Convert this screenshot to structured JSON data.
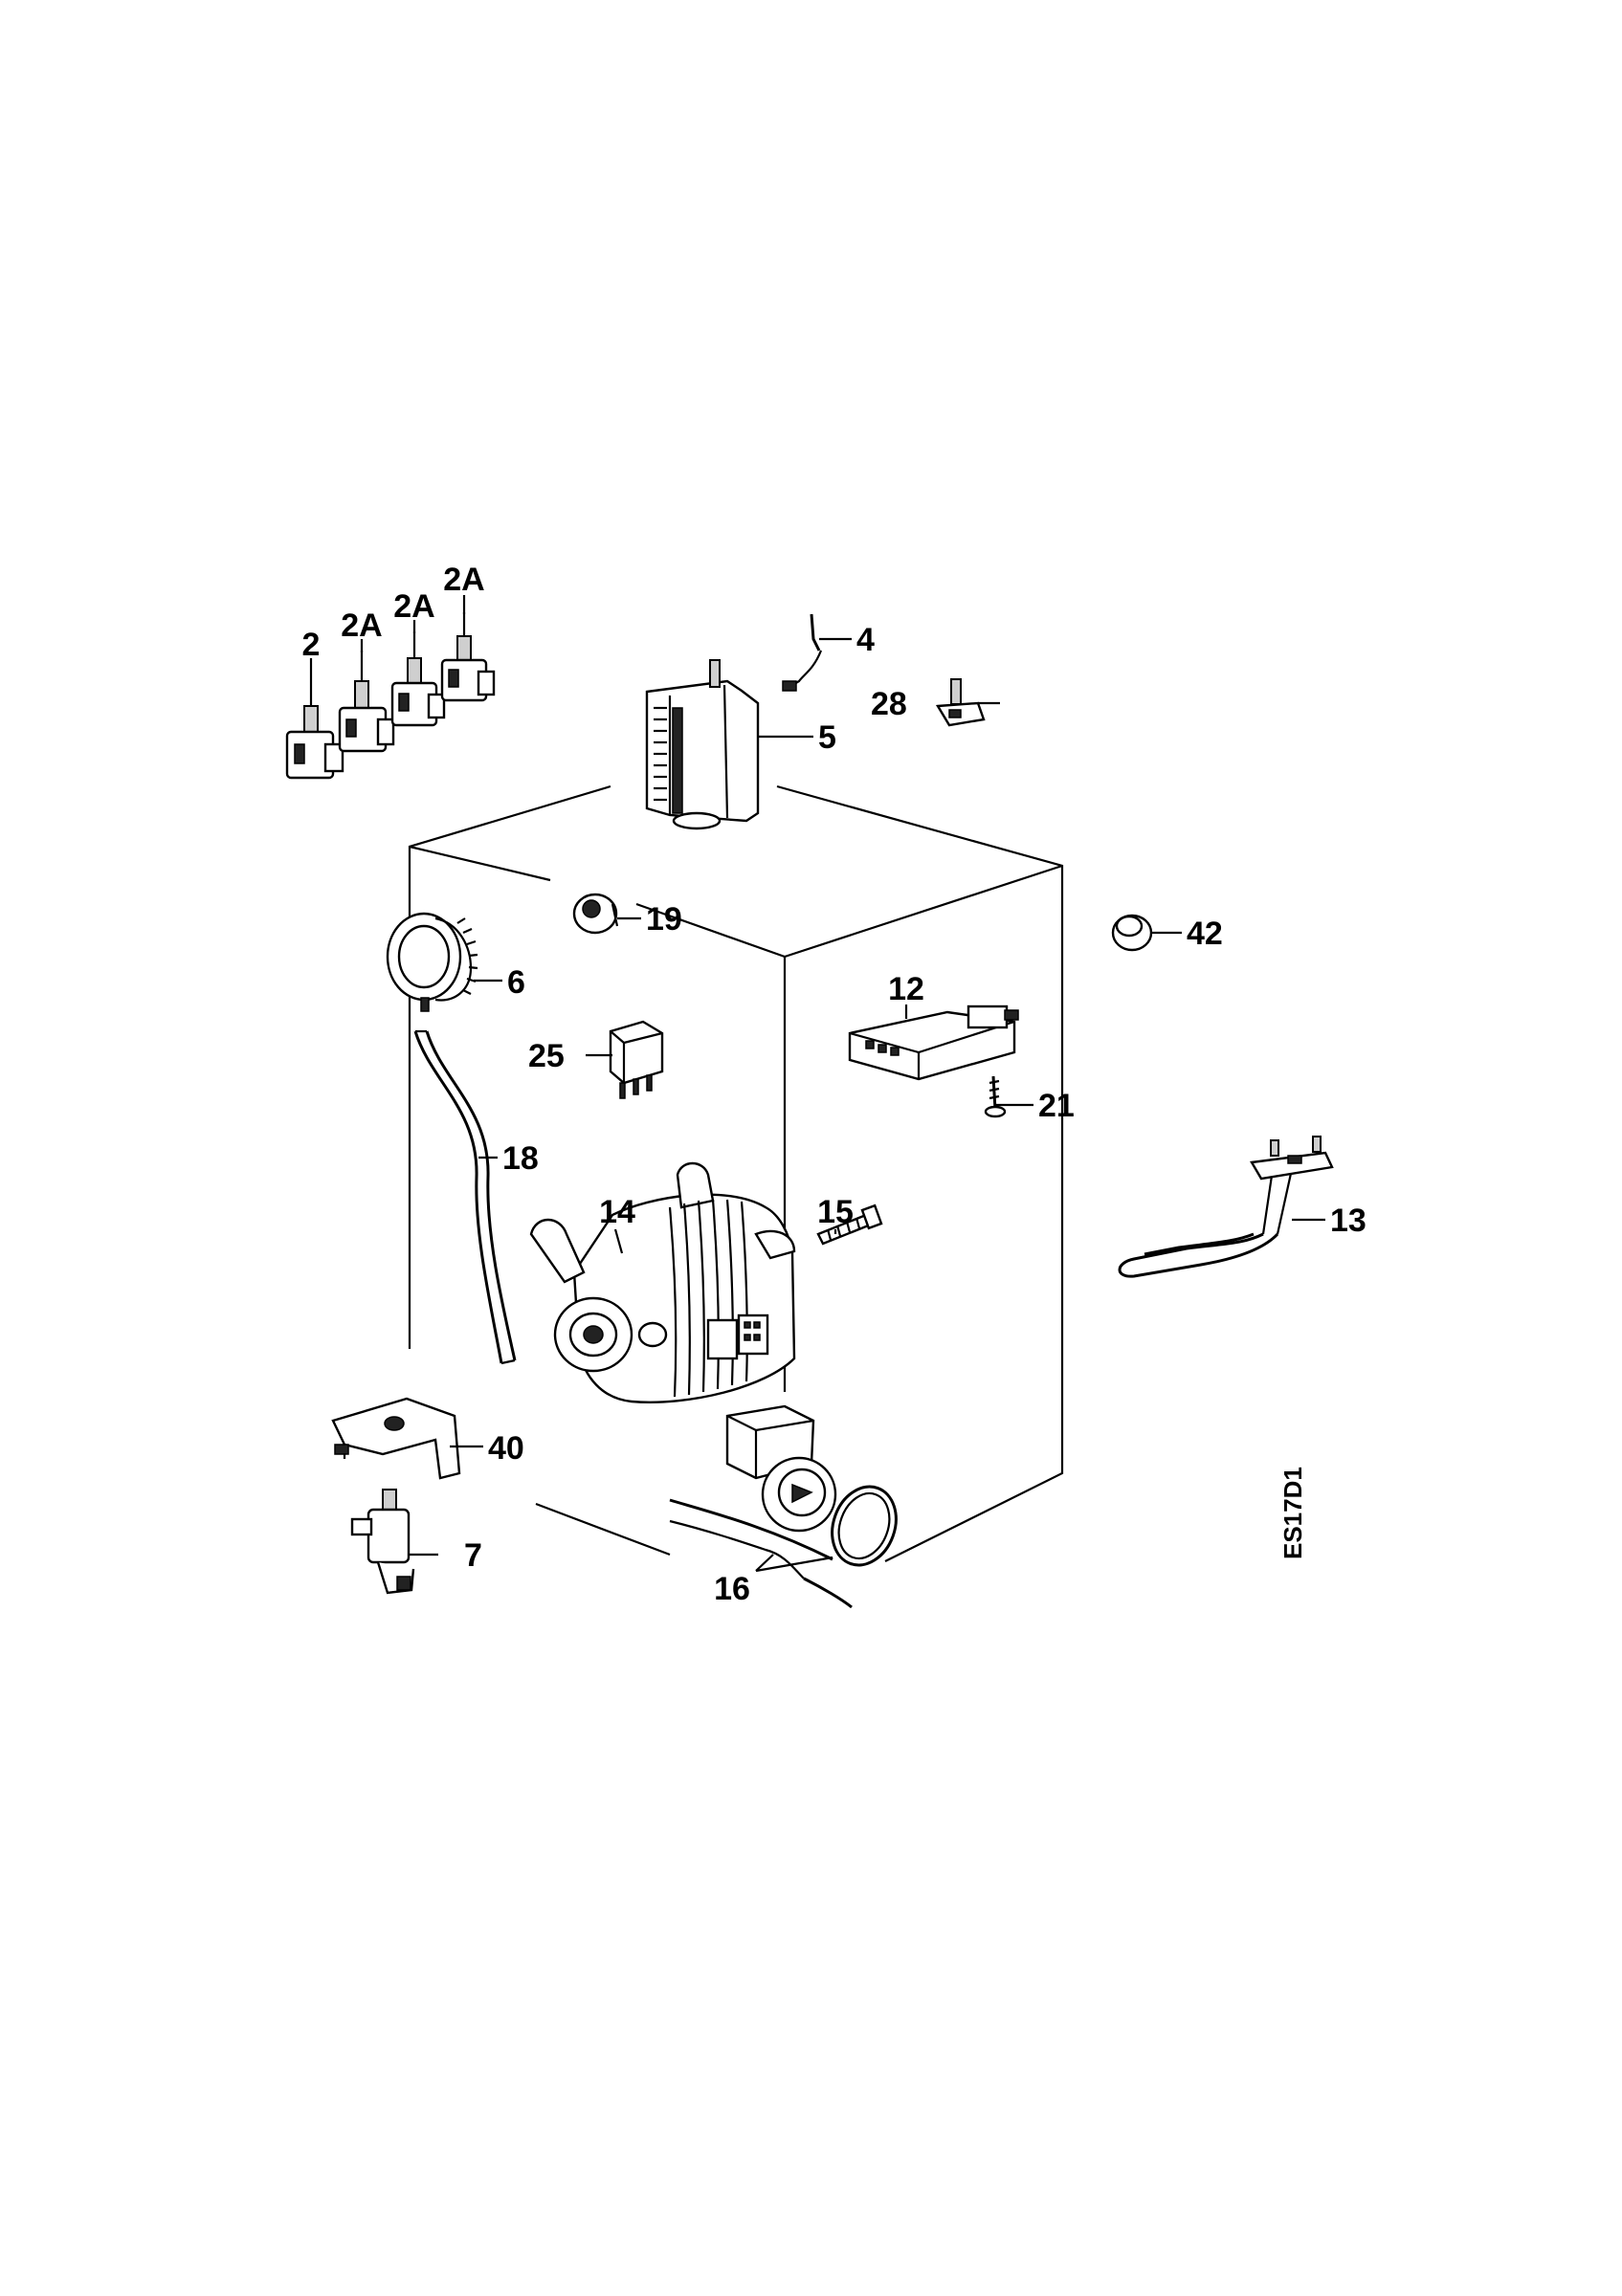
{
  "diagram_code": "ES17D1",
  "callouts": [
    {
      "id": "p2",
      "label": "2"
    },
    {
      "id": "p2a1",
      "label": "2A"
    },
    {
      "id": "p2a2",
      "label": "2A"
    },
    {
      "id": "p2a3",
      "label": "2A"
    },
    {
      "id": "p4",
      "label": "4"
    },
    {
      "id": "p28",
      "label": "28"
    },
    {
      "id": "p5",
      "label": "5"
    },
    {
      "id": "p19",
      "label": "19"
    },
    {
      "id": "p42",
      "label": "42"
    },
    {
      "id": "p6",
      "label": "6"
    },
    {
      "id": "p12",
      "label": "12"
    },
    {
      "id": "p25",
      "label": "25"
    },
    {
      "id": "p21",
      "label": "21"
    },
    {
      "id": "p18",
      "label": "18"
    },
    {
      "id": "p14",
      "label": "14"
    },
    {
      "id": "p15",
      "label": "15"
    },
    {
      "id": "p13",
      "label": "13"
    },
    {
      "id": "p40",
      "label": "40"
    },
    {
      "id": "p7",
      "label": "7"
    },
    {
      "id": "p16",
      "label": "16"
    }
  ]
}
